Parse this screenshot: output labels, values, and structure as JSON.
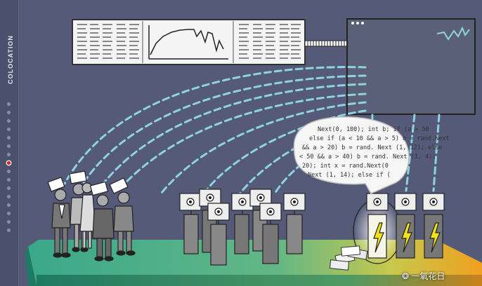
{
  "sidebar": {
    "title": "COLOCATION",
    "dot_count": 16,
    "active_dot": 7
  },
  "code_bubble": {
    "lines": [
      "Next(0, 100); int b; if (a > 50",
      "else if (a < 10 && a > 5) b = rand.Next",
      "&& a > 20) b = rand. Next (1, 12); else",
      "< 50 && a > 40) b = rand. Next (1, 4);",
      "20); int x = rand.Next(0",
      "Next (1, 14); else if ("
    ]
  },
  "watermark": {
    "text": "一氧花日"
  },
  "colors": {
    "background": "#555a78",
    "signal": "#8fd3e0",
    "platform_start": "#3aa88a",
    "platform_end": "#f0a020",
    "lightning": "#f2e21a"
  },
  "icons": [
    "wechat-icon",
    "lightning-icon",
    "cash-stack-icon",
    "sparkline-icon"
  ]
}
